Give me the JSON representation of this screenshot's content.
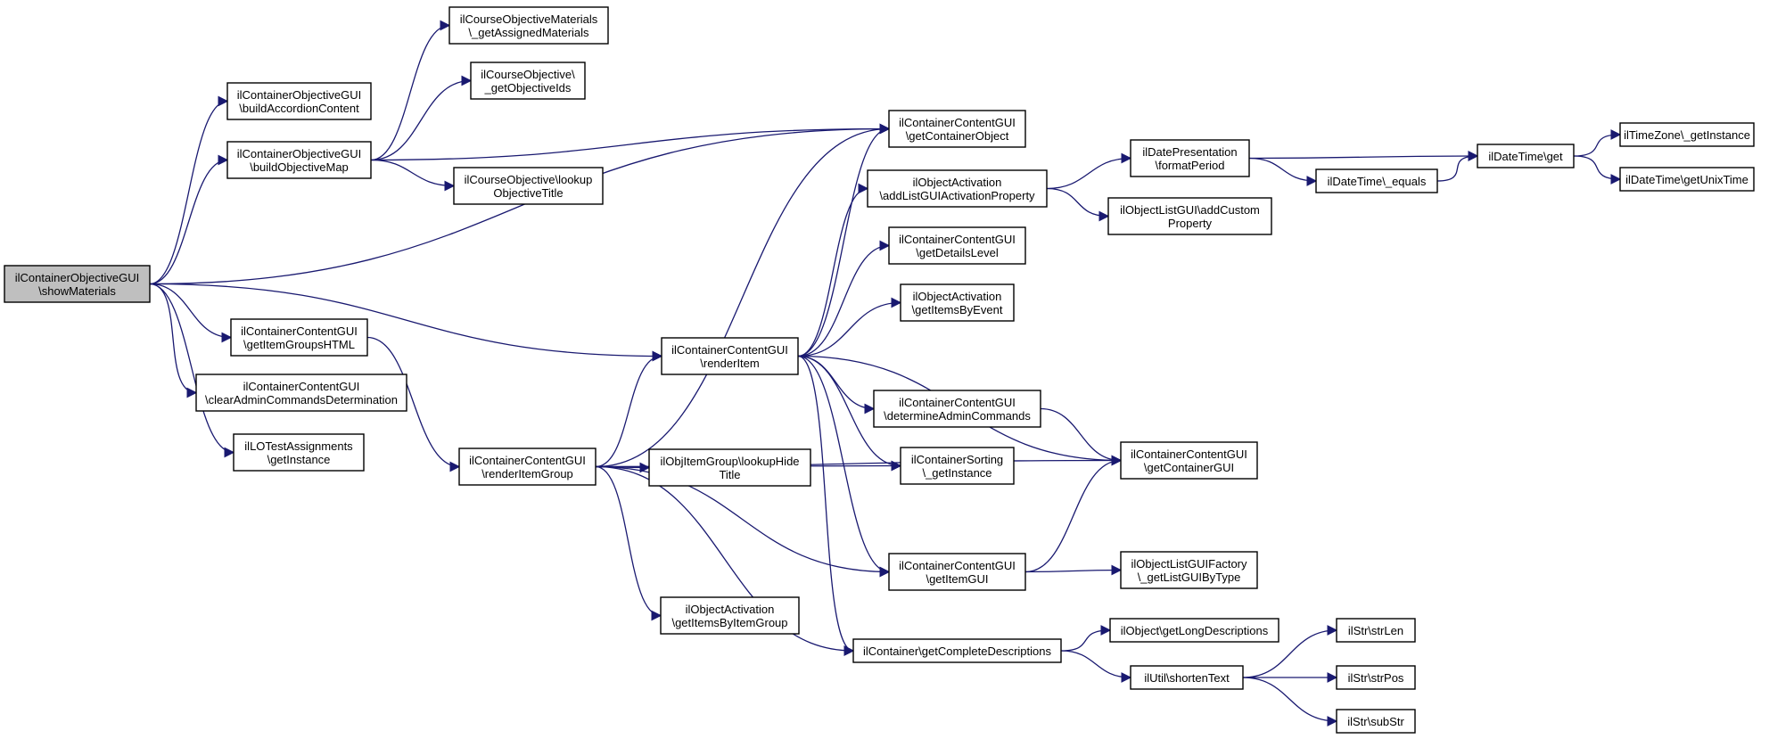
{
  "colors": {
    "edge": "#191970",
    "node_border": "#000000",
    "root_fill": "#bfbfbf",
    "node_fill": "#ffffff"
  },
  "nodes": {
    "root": {
      "lines": [
        "ilContainerObjectiveGUI",
        "\\showMaterials"
      ]
    },
    "cogBuildAcc": {
      "lines": [
        "ilContainerObjectiveGUI",
        "\\buildAccordionContent"
      ]
    },
    "cogBuildMap": {
      "lines": [
        "ilContainerObjectiveGUI",
        "\\buildObjectiveMap"
      ]
    },
    "ccgItemGroupsHTML": {
      "lines": [
        "ilContainerContentGUI",
        "\\getItemGroupsHTML"
      ]
    },
    "ccgClearAdmin": {
      "lines": [
        "ilContainerContentGUI",
        "\\clearAdminCommandsDetermination"
      ]
    },
    "loTestAssign": {
      "lines": [
        "ilLOTestAssignments",
        "\\getInstance"
      ]
    },
    "coMaterials": {
      "lines": [
        "ilCourseObjectiveMaterials",
        "\\_getAssignedMaterials"
      ]
    },
    "coObjectiveIds": {
      "lines": [
        "ilCourseObjective\\",
        "_getObjectiveIds"
      ]
    },
    "coLookupTitle": {
      "lines": [
        "ilCourseObjective\\lookup",
        "ObjectiveTitle"
      ]
    },
    "ccgRenderItemGroup": {
      "lines": [
        "ilContainerContentGUI",
        "\\renderItemGroup"
      ]
    },
    "ccgRenderItem": {
      "lines": [
        "ilContainerContentGUI",
        "\\renderItem"
      ]
    },
    "oigLookupHide": {
      "lines": [
        "ilObjItemGroup\\lookupHide",
        "Title"
      ]
    },
    "oaItemsByGroup": {
      "lines": [
        "ilObjectActivation",
        "\\getItemsByItemGroup"
      ]
    },
    "ccgContainerObject": {
      "lines": [
        "ilContainerContentGUI",
        "\\getContainerObject"
      ]
    },
    "oaAddListProp": {
      "lines": [
        "ilObjectActivation",
        "\\addListGUIActivationProperty"
      ]
    },
    "ccgDetailsLevel": {
      "lines": [
        "ilContainerContentGUI",
        "\\getDetailsLevel"
      ]
    },
    "oaItemsByEvent": {
      "lines": [
        "ilObjectActivation",
        "\\getItemsByEvent"
      ]
    },
    "ccgDetermineAdmin": {
      "lines": [
        "ilContainerContentGUI",
        "\\determineAdminCommands"
      ]
    },
    "csGetInstance": {
      "lines": [
        "ilContainerSorting",
        "\\_getInstance"
      ]
    },
    "ccgItemGUI": {
      "lines": [
        "ilContainerContentGUI",
        "\\getItemGUI"
      ]
    },
    "cGetCompleteDesc": {
      "lines": [
        "ilContainer\\getCompleteDescriptions"
      ]
    },
    "dpFormatPeriod": {
      "lines": [
        "ilDatePresentation",
        "\\formatPeriod"
      ]
    },
    "olgAddCustom": {
      "lines": [
        "ilObjectListGUI\\addCustom",
        "Property"
      ]
    },
    "ccgContainerGUI": {
      "lines": [
        "ilContainerContentGUI",
        "\\getContainerGUI"
      ]
    },
    "olgfGetListGUI": {
      "lines": [
        "ilObjectListGUIFactory",
        "\\_getListGUIByType"
      ]
    },
    "oGetLongDesc": {
      "lines": [
        "ilObject\\getLongDescriptions"
      ]
    },
    "uShortenText": {
      "lines": [
        "ilUtil\\shortenText"
      ]
    },
    "dtEquals": {
      "lines": [
        "ilDateTime\\_equals"
      ]
    },
    "dtGet": {
      "lines": [
        "ilDateTime\\get"
      ]
    },
    "tzGetInstance": {
      "lines": [
        "ilTimeZone\\_getInstance"
      ]
    },
    "dtGetUnix": {
      "lines": [
        "ilDateTime\\getUnixTime"
      ]
    },
    "strLen": {
      "lines": [
        "ilStr\\strLen"
      ]
    },
    "strPos": {
      "lines": [
        "ilStr\\strPos"
      ]
    },
    "subStr": {
      "lines": [
        "ilStr\\subStr"
      ]
    }
  },
  "edges": [
    [
      "root",
      "cogBuildAcc"
    ],
    [
      "root",
      "cogBuildMap"
    ],
    [
      "root",
      "ccgContainerObject"
    ],
    [
      "root",
      "ccgItemGroupsHTML"
    ],
    [
      "root",
      "ccgRenderItem"
    ],
    [
      "root",
      "ccgClearAdmin"
    ],
    [
      "root",
      "loTestAssign"
    ],
    [
      "cogBuildMap",
      "coMaterials"
    ],
    [
      "cogBuildMap",
      "coObjectiveIds"
    ],
    [
      "cogBuildMap",
      "ccgContainerObject"
    ],
    [
      "cogBuildMap",
      "coLookupTitle"
    ],
    [
      "ccgItemGroupsHTML",
      "ccgRenderItemGroup"
    ],
    [
      "ccgRenderItemGroup",
      "ccgContainerObject"
    ],
    [
      "ccgRenderItemGroup",
      "ccgRenderItem"
    ],
    [
      "ccgRenderItemGroup",
      "oigLookupHide"
    ],
    [
      "ccgRenderItemGroup",
      "ccgContainerGUI"
    ],
    [
      "ccgRenderItemGroup",
      "csGetInstance"
    ],
    [
      "ccgRenderItemGroup",
      "ccgItemGUI"
    ],
    [
      "ccgRenderItemGroup",
      "oaItemsByGroup"
    ],
    [
      "ccgRenderItemGroup",
      "cGetCompleteDesc"
    ],
    [
      "ccgRenderItem",
      "ccgContainerObject"
    ],
    [
      "ccgRenderItem",
      "oaAddListProp"
    ],
    [
      "ccgRenderItem",
      "ccgDetailsLevel"
    ],
    [
      "ccgRenderItem",
      "oaItemsByEvent"
    ],
    [
      "ccgRenderItem",
      "ccgContainerGUI"
    ],
    [
      "ccgRenderItem",
      "ccgDetermineAdmin"
    ],
    [
      "ccgRenderItem",
      "csGetInstance"
    ],
    [
      "ccgRenderItem",
      "ccgItemGUI"
    ],
    [
      "ccgRenderItem",
      "cGetCompleteDesc"
    ],
    [
      "oaAddListProp",
      "dpFormatPeriod"
    ],
    [
      "oaAddListProp",
      "olgAddCustom"
    ],
    [
      "dpFormatPeriod",
      "dtGet"
    ],
    [
      "dpFormatPeriod",
      "dtEquals"
    ],
    [
      "dtEquals",
      "dtGet"
    ],
    [
      "dtGet",
      "tzGetInstance"
    ],
    [
      "dtGet",
      "dtGetUnix"
    ],
    [
      "ccgDetermineAdmin",
      "ccgContainerGUI"
    ],
    [
      "ccgItemGUI",
      "ccgContainerGUI"
    ],
    [
      "ccgItemGUI",
      "olgfGetListGUI"
    ],
    [
      "cGetCompleteDesc",
      "oGetLongDesc"
    ],
    [
      "cGetCompleteDesc",
      "uShortenText"
    ],
    [
      "uShortenText",
      "strLen"
    ],
    [
      "uShortenText",
      "strPos"
    ],
    [
      "uShortenText",
      "subStr"
    ]
  ]
}
